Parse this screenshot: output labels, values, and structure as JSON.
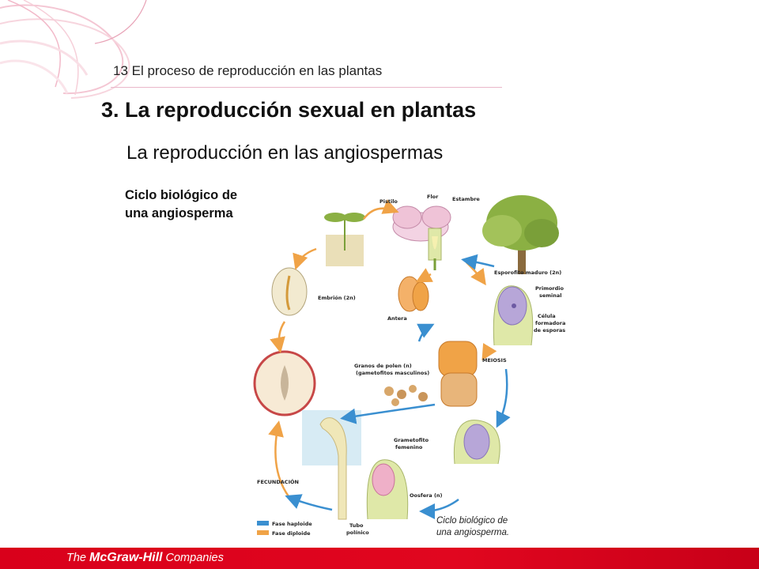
{
  "header": {
    "chapter": "13 El proceso de reproducción en las plantas",
    "section_title": "3. La reproducción sexual en plantas",
    "subsection_title": "La reproducción en las angiospermas"
  },
  "figure": {
    "label_line1": "Ciclo biológico de",
    "label_line2": "una angiosperma",
    "caption_line1": "Ciclo biológico de",
    "caption_line2": "una angiosperma.",
    "labels": {
      "pistilo": "Pistilo",
      "flor": "Flor",
      "estambre": "Estambre",
      "esporofito": "Esporofito maduro (2n)",
      "primordio1": "Primordio",
      "primordio2": "seminal",
      "embrion": "Embrión (2n)",
      "antera": "Antera",
      "celula1": "Célula",
      "celula2": "formadora",
      "celula3": "de esporas",
      "granos1": "Granos de polen (n)",
      "granos2": "(gametofitos masculinos)",
      "meiosis": "MEIOSIS",
      "gametofito1": "Grametofito",
      "gametofito2": "femenino",
      "fecundacion": "FECUNDACIÓN",
      "oosfera": "Oosfera (n)",
      "tubo1": "Tubo",
      "tubo2": "polínico",
      "fase_haploide": "Fase haploide",
      "fase_diploide": "Fase diploide"
    },
    "colors": {
      "haploid": "#3a8fd0",
      "diploid": "#f0a347"
    }
  },
  "footer": {
    "brand_prefix": "The ",
    "brand_main": "McGraw-Hill",
    "brand_suffix": " Companies"
  }
}
